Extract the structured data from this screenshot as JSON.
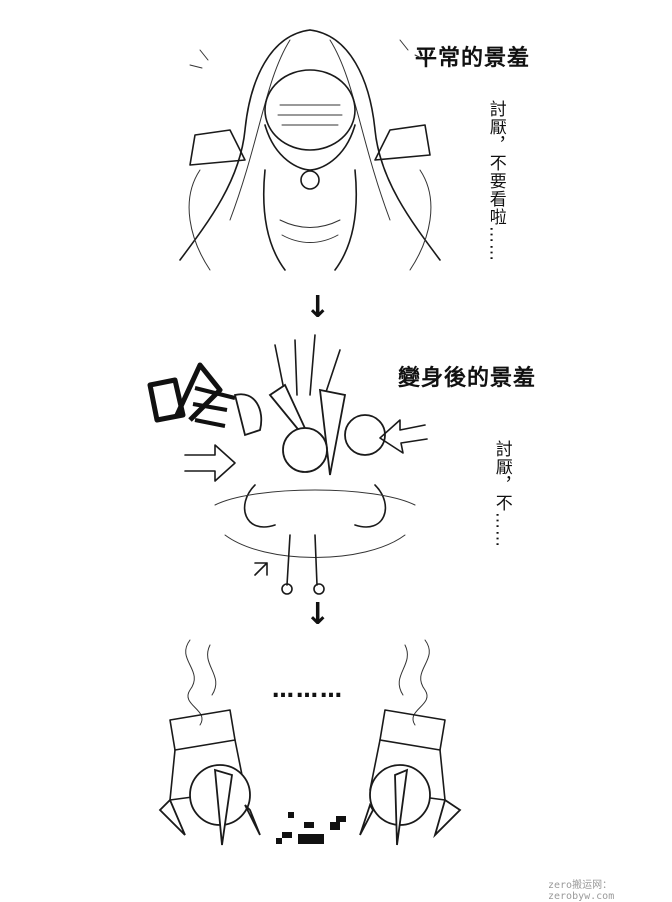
{
  "panel1": {
    "title": "平常的景羞",
    "speech": "討厭，不要看啦……"
  },
  "arrows": [
    "↓",
    "↓"
  ],
  "panel2": {
    "title": "變身後的景羞",
    "speech": "討厭，不……",
    "sfx": "咚"
  },
  "panel3": {
    "ellipsis": "………"
  },
  "watermark": "zero搬运网：zerobyw.com"
}
